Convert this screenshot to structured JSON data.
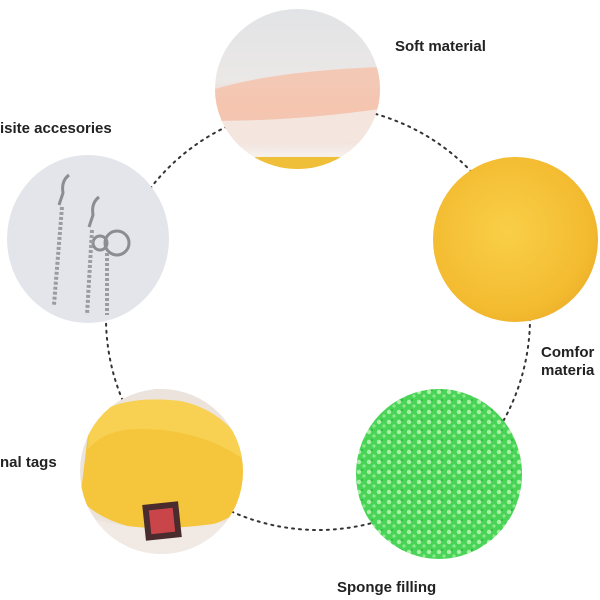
{
  "features": [
    {
      "label": "Soft material"
    },
    {
      "label": "isite accesories"
    },
    {
      "label": "Comfor",
      "label_line2": "materia"
    },
    {
      "label": "nal tags"
    },
    {
      "label": "Sponge filling"
    }
  ],
  "icons": {
    "soft_material": "fabric-swatch-icon",
    "accessories": "keychain-icon",
    "comfort_material": "plush-fabric-icon",
    "tags": "label-tag-icon",
    "sponge": "sponge-filling-icon"
  },
  "colors": {
    "plush_yellow": "#f6c63a",
    "sponge_green": "#4fdc5c",
    "dotted_ring": "#333333"
  }
}
